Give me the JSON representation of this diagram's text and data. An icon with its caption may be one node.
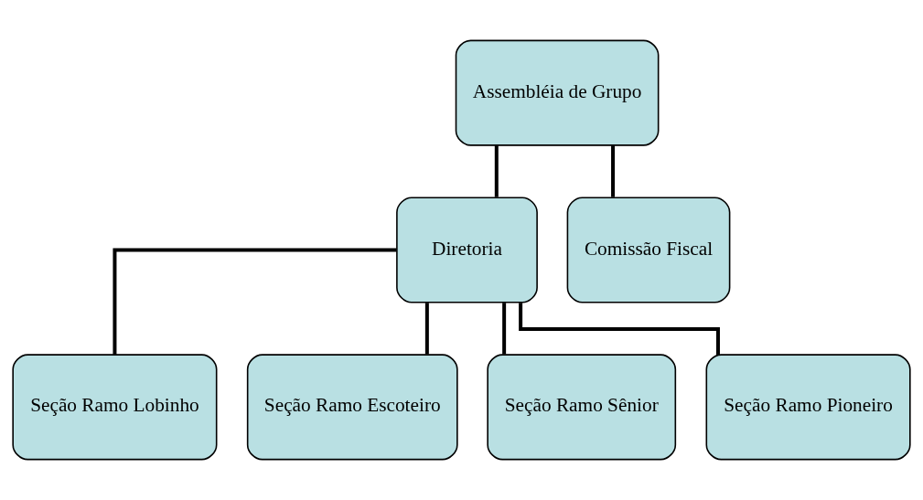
{
  "diagram": {
    "nodes": [
      {
        "text": [
          "Assembléia de Grupo"
        ]
      },
      {
        "text": [
          "Diretoria"
        ]
      },
      {
        "text": [
          "Comissão Fiscal"
        ]
      },
      {
        "text": [
          "Seção Ramo Lobinho"
        ]
      },
      {
        "text": [
          "Seção Ramo Escoteiro"
        ]
      },
      {
        "text": [
          "Seção Ramo Sênior"
        ]
      },
      {
        "text": [
          "Seção Ramo Pioneiro"
        ]
      }
    ],
    "edges": [
      {
        "from": 0,
        "to": 1,
        "arrow": "none"
      },
      {
        "from": 0,
        "to": 2,
        "arrow": "none"
      },
      {
        "from": 1,
        "to": 3,
        "arrow": "none"
      },
      {
        "from": 1,
        "to": 4,
        "arrow": "none"
      },
      {
        "from": 1,
        "to": 5,
        "arrow": "none"
      },
      {
        "from": 1,
        "to": 6,
        "arrow": "none"
      }
    ]
  }
}
